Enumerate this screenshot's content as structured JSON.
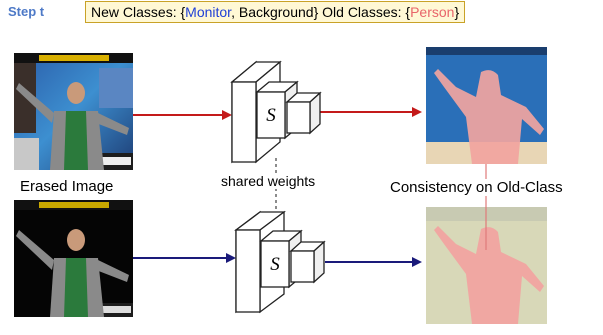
{
  "header": {
    "step": "Step t",
    "new_label": "New Classes: {",
    "new_class_1": "Monitor",
    "sep": ", Background} Old Classes: {",
    "old_class_1": "Person",
    "close": "}"
  },
  "labels": {
    "erased_image": "Erased Image",
    "shared_weights": "shared weights",
    "consistency": "Consistency on Old-Class"
  },
  "model": {
    "symbol": "S"
  },
  "colors": {
    "top_arrow": "#c41a1a",
    "bottom_arrow": "#1a1a7a",
    "person_mask": "#f1a4a0",
    "background_mask": "#d8d8b8",
    "monitor_tint": "#2a6fb8",
    "header_box": "#fff8d5"
  }
}
